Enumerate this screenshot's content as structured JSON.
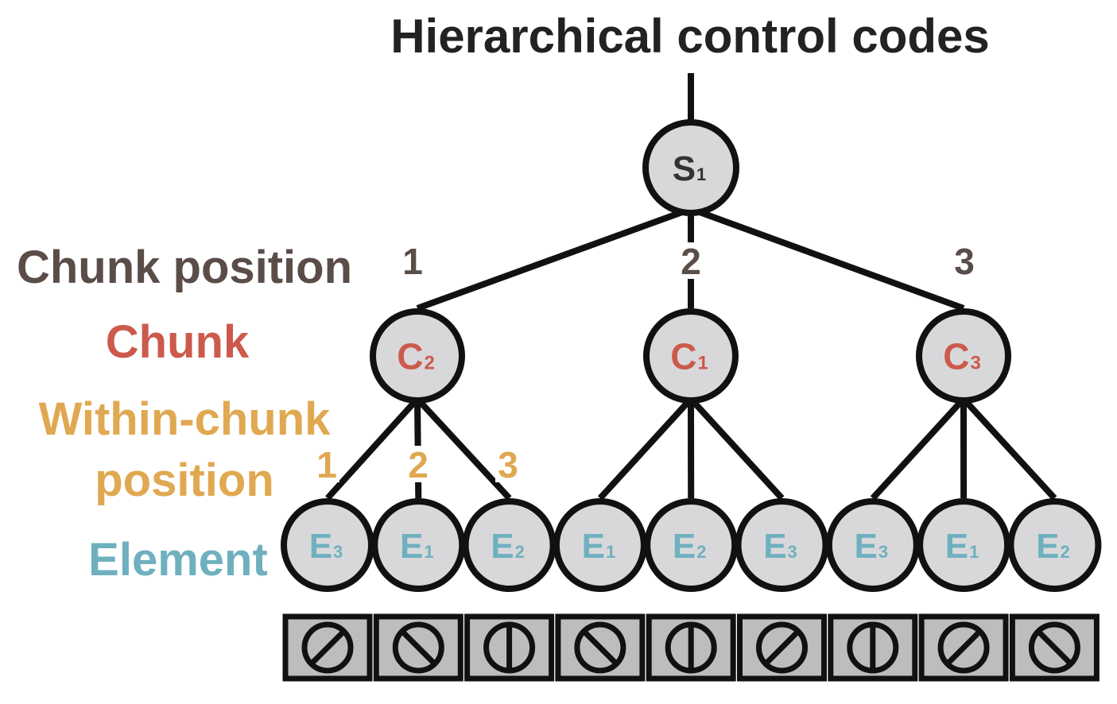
{
  "title": "Hierarchical control codes",
  "labels": {
    "chunk_position": "Chunk position",
    "chunk": "Chunk",
    "within_chunk_line1": "Within-chunk",
    "within_chunk_line2": "position",
    "element": "Element"
  },
  "colors": {
    "title": "#222222",
    "chunk_position": "#5a4d48",
    "chunk": "#cc5a4c",
    "within_chunk": "#e0a850",
    "element": "#6fb0bf",
    "node_fill": "#d8d8da",
    "stroke": "#111111",
    "box_fill": "#bdbdbd"
  },
  "root": {
    "letter": "S",
    "sub": "1"
  },
  "chunk_positions": [
    "1",
    "2",
    "3"
  ],
  "within_chunk_positions": [
    "1",
    "2",
    "3"
  ],
  "chunks": [
    {
      "letter": "C",
      "sub": "2",
      "elements": [
        {
          "letter": "E",
          "sub": "3"
        },
        {
          "letter": "E",
          "sub": "1"
        },
        {
          "letter": "E",
          "sub": "2"
        }
      ]
    },
    {
      "letter": "C",
      "sub": "1",
      "elements": [
        {
          "letter": "E",
          "sub": "1"
        },
        {
          "letter": "E",
          "sub": "2"
        },
        {
          "letter": "E",
          "sub": "3"
        }
      ]
    },
    {
      "letter": "C",
      "sub": "3",
      "elements": [
        {
          "letter": "E",
          "sub": "3"
        },
        {
          "letter": "E",
          "sub": "1"
        },
        {
          "letter": "E",
          "sub": "2"
        }
      ]
    }
  ],
  "stimuli": [
    {
      "symbol": "slash-forward"
    },
    {
      "symbol": "slash-back"
    },
    {
      "symbol": "vertical-bar"
    },
    {
      "symbol": "slash-back"
    },
    {
      "symbol": "vertical-bar"
    },
    {
      "symbol": "slash-forward"
    },
    {
      "symbol": "vertical-bar"
    },
    {
      "symbol": "slash-forward"
    },
    {
      "symbol": "slash-back"
    }
  ]
}
